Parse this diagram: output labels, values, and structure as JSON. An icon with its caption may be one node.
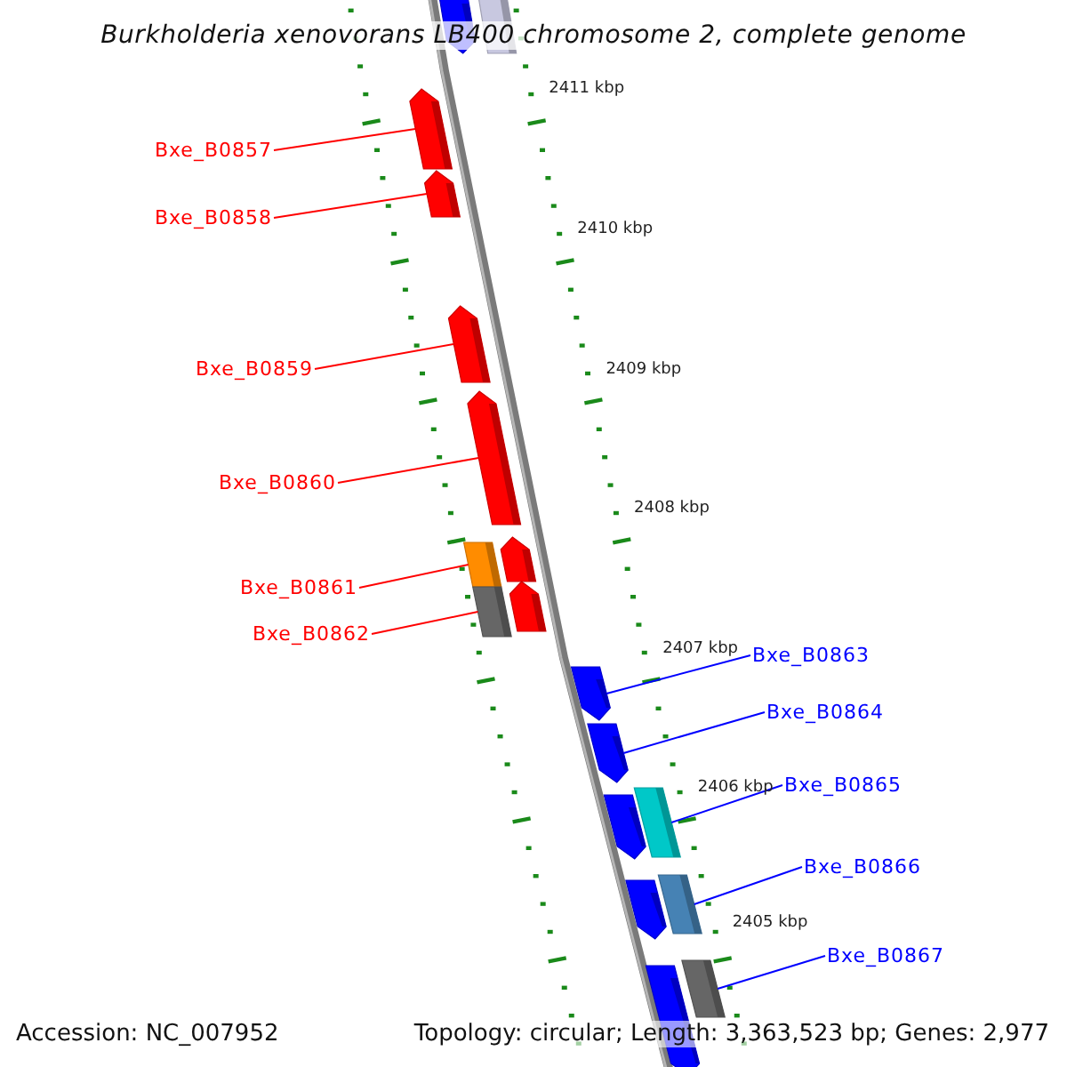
{
  "diagram": {
    "title": "Burkholderia xenovorans LB400 chromosome 2, complete genome",
    "nodes": [
      {
        "text": [
          "Bxe_B0857"
        ]
      },
      {
        "text": [
          "Bxe_B0858"
        ]
      },
      {
        "text": [
          "Bxe_B0859"
        ]
      },
      {
        "text": [
          "Bxe_B0860"
        ]
      },
      {
        "text": [
          "Bxe_B0861"
        ]
      },
      {
        "text": [
          "Bxe_B0862"
        ]
      },
      {
        "text": [
          "Bxe_B0863"
        ]
      },
      {
        "text": [
          "Bxe_B0864"
        ]
      },
      {
        "text": [
          "Bxe_B0865"
        ]
      },
      {
        "text": [
          "Bxe_B0866"
        ]
      },
      {
        "text": [
          "Bxe_B0867"
        ]
      },
      {
        "text": [],
        "shape": "arrow"
      },
      {
        "text": [],
        "shape": "bar"
      },
      {
        "text": [],
        "shape": "arrow"
      },
      {
        "text": [],
        "shape": "arrow"
      },
      {
        "text": [],
        "shape": "arrow"
      },
      {
        "text": [],
        "shape": "arrow"
      },
      {
        "text": [],
        "shape": "bar"
      },
      {
        "text": [],
        "shape": "arrow"
      },
      {
        "text": [],
        "shape": "bar"
      },
      {
        "text": [],
        "shape": "arrow"
      },
      {
        "text": [],
        "shape": "arrow"
      },
      {
        "text": [],
        "shape": "arrow"
      },
      {
        "text": [],
        "shape": "bar"
      },
      {
        "text": [],
        "shape": "arrow"
      },
      {
        "text": [],
        "shape": "bar"
      },
      {
        "text": [],
        "shape": "arrow"
      },
      {
        "text": [],
        "shape": "bar"
      },
      {
        "text": [],
        "shape": "arrow"
      }
    ],
    "edges": [
      {
        "from": 0,
        "to": 13,
        "arrow": "none",
        "color": "#ff0000"
      },
      {
        "from": 1,
        "to": 14,
        "arrow": "none",
        "color": "#ff0000"
      },
      {
        "from": 2,
        "to": 15,
        "arrow": "none",
        "color": "#ff0000"
      },
      {
        "from": 3,
        "to": 16,
        "arrow": "none",
        "color": "#ff0000"
      },
      {
        "from": 4,
        "to": 17,
        "arrow": "none",
        "color": "#ff0000"
      },
      {
        "from": 5,
        "to": 19,
        "arrow": "none",
        "color": "#ff0000"
      },
      {
        "from": 6,
        "to": 21,
        "arrow": "none",
        "color": "#0000ff"
      },
      {
        "from": 7,
        "to": 22,
        "arrow": "none",
        "color": "#0000ff"
      },
      {
        "from": 8,
        "to": 23,
        "arrow": "none",
        "color": "#0000ff"
      },
      {
        "from": 9,
        "to": 25,
        "arrow": "none",
        "color": "#0000ff"
      },
      {
        "from": 10,
        "to": 27,
        "arrow": "none",
        "color": "#0000ff"
      }
    ],
    "labels": [
      "2411 kbp",
      "2410 kbp",
      "2409 kbp",
      "2408 kbp",
      "2407 kbp",
      "2406 kbp",
      "2405 kbp",
      "Accession: NC_007952",
      "Topology: circular; Length: 3,363,523 bp; Genes: 2,977"
    ]
  }
}
